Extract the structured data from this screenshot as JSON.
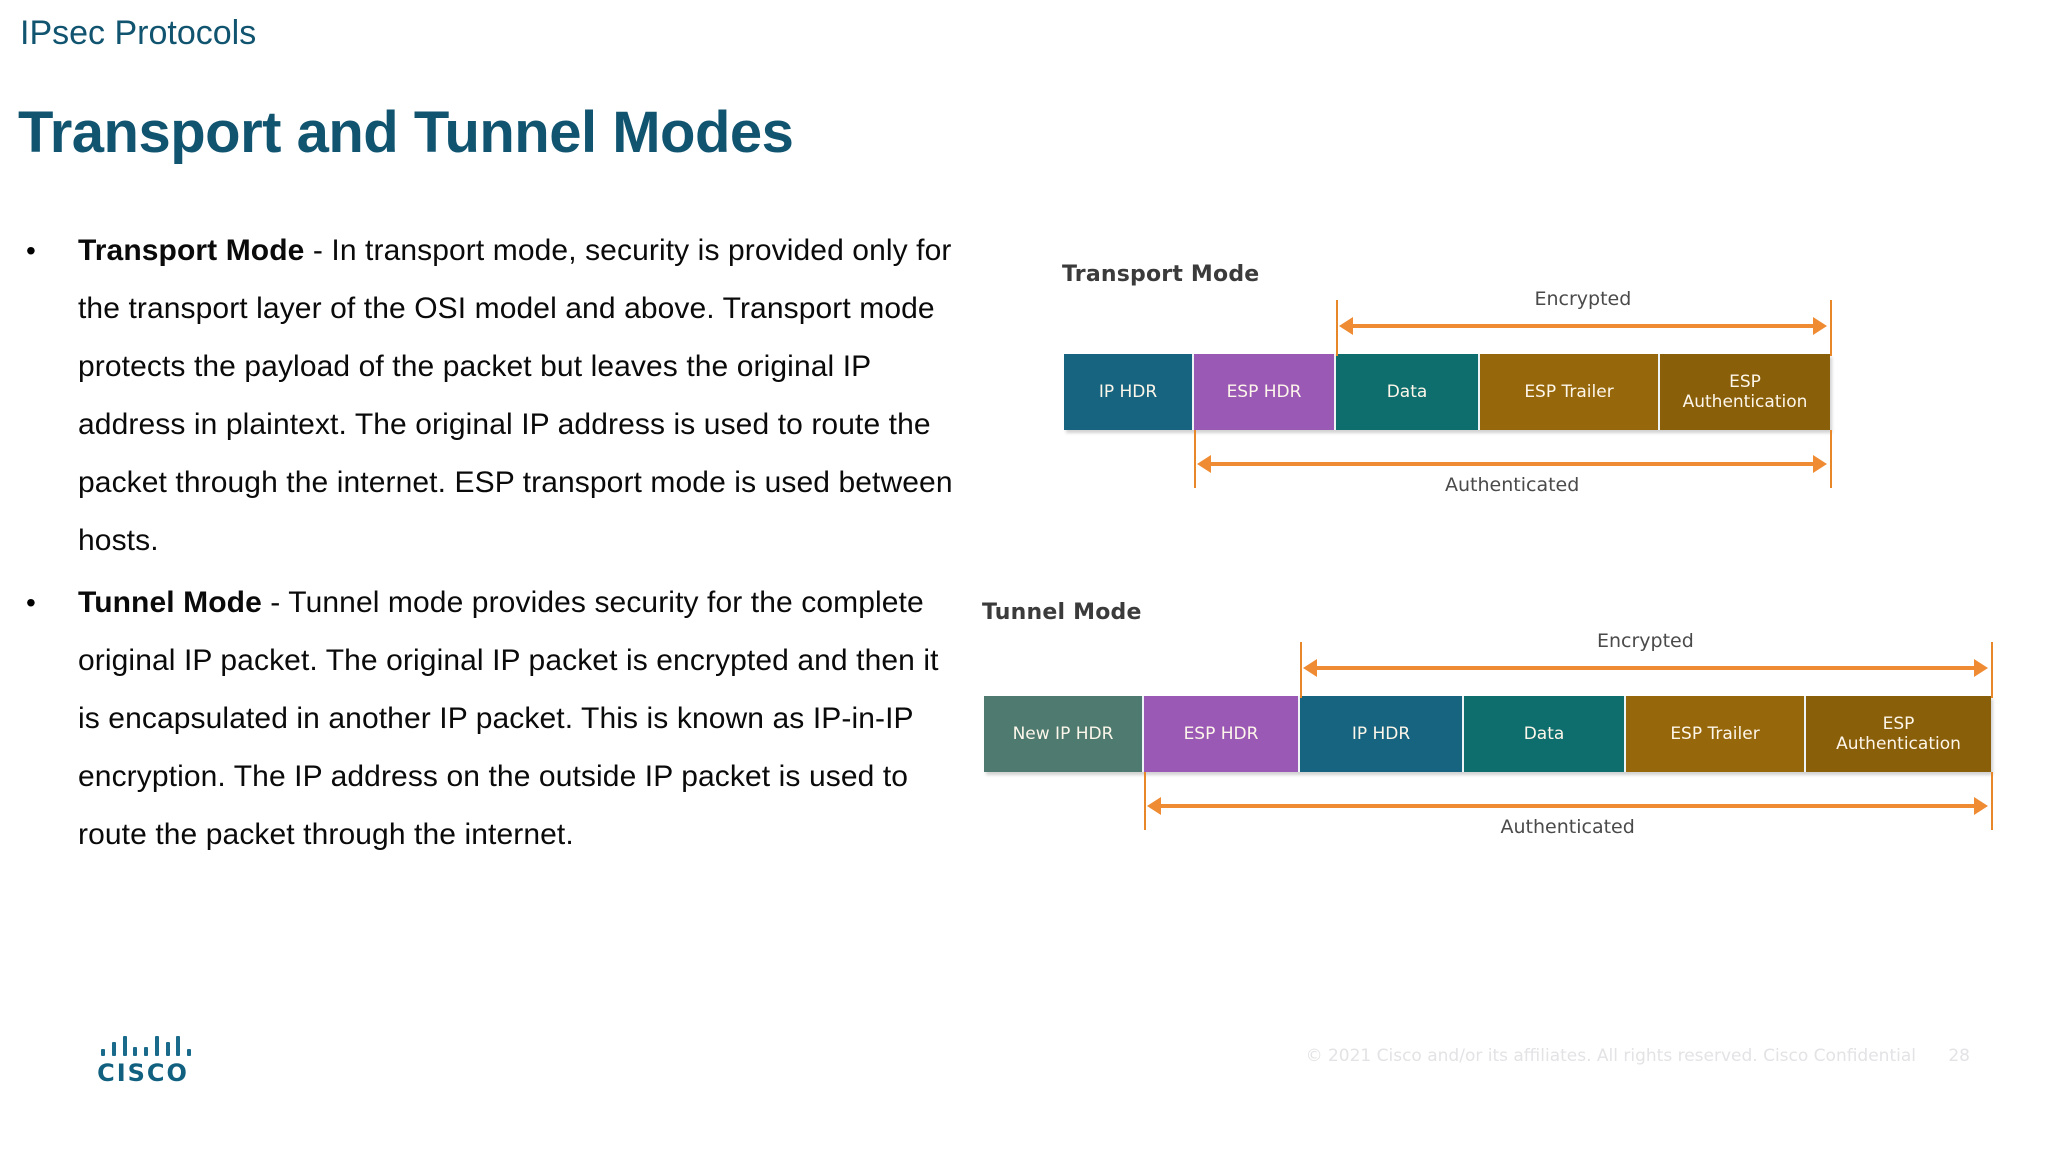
{
  "slide": {
    "eyebrow": "IPsec Protocols",
    "title": "Transport and Tunnel Modes",
    "accent_color": "#115470"
  },
  "bullets": [
    {
      "marker": "•",
      "lead": "Transport Mode",
      "separator": " - ",
      "body": "In transport mode, security is provided only for the transport layer of the OSI model and above. Transport mode protects the payload of the packet but leaves the original IP address in plaintext. The original IP address is used to route the packet through the internet. ESP transport mode is used between hosts."
    },
    {
      "marker": "•",
      "lead": "Tunnel Mode",
      "separator": " - ",
      "body": "Tunnel mode provides security for the complete original IP packet. The original IP packet is encrypted and then it is encapsulated in another IP packet. This is known as IP-in-IP encryption. The IP address on the outside IP packet is used to route the packet through the internet."
    }
  ],
  "diagrams": [
    {
      "id": "transport-mode",
      "title": "Transport Mode",
      "segments": [
        {
          "label": "IP HDR",
          "color": "#16647f",
          "width": 130
        },
        {
          "label": "ESP HDR",
          "color": "#9b59b6",
          "width": 142
        },
        {
          "label": "Data",
          "color": "#0e6d6d",
          "width": 144
        },
        {
          "label": "ESP Trailer",
          "color": "#96670b",
          "width": 180
        },
        {
          "label": "ESP\nAuthentication",
          "color": "#8a5f09",
          "width": 170
        }
      ],
      "spans": [
        {
          "name": "Encrypted",
          "position": "above",
          "from_segment": 2,
          "to_segment": 4
        },
        {
          "name": "Authenticated",
          "position": "below",
          "from_segment": 1,
          "to_segment": 4
        }
      ]
    },
    {
      "id": "tunnel-mode",
      "title": "Tunnel Mode",
      "segments": [
        {
          "label": "New IP HDR",
          "color": "#4e7a70",
          "width": 160
        },
        {
          "label": "ESP HDR",
          "color": "#9b59b6",
          "width": 156
        },
        {
          "label": "IP HDR",
          "color": "#16647f",
          "width": 164
        },
        {
          "label": "Data",
          "color": "#0e6d6d",
          "width": 162
        },
        {
          "label": "ESP Trailer",
          "color": "#96670b",
          "width": 180
        },
        {
          "label": "ESP\nAuthentication",
          "color": "#8a5f09",
          "width": 185
        }
      ],
      "spans": [
        {
          "name": "Encrypted",
          "position": "above",
          "from_segment": 2,
          "to_segment": 5
        },
        {
          "name": "Authenticated",
          "position": "below",
          "from_segment": 1,
          "to_segment": 5
        }
      ]
    }
  ],
  "colors": {
    "arrow_orange": "#ef8b33",
    "rule_orange": "#e8862a",
    "title_teal": "#115470",
    "logo_blue": "#11607f"
  },
  "footer": {
    "logo_wordmark": "CISCO",
    "logo_bar_heights": [
      7,
      14,
      20,
      9,
      9,
      20,
      14,
      20,
      7
    ],
    "copyright": "© 2021  Cisco and/or its affiliates. All rights reserved.   Cisco Confidential",
    "page_number": "28"
  }
}
